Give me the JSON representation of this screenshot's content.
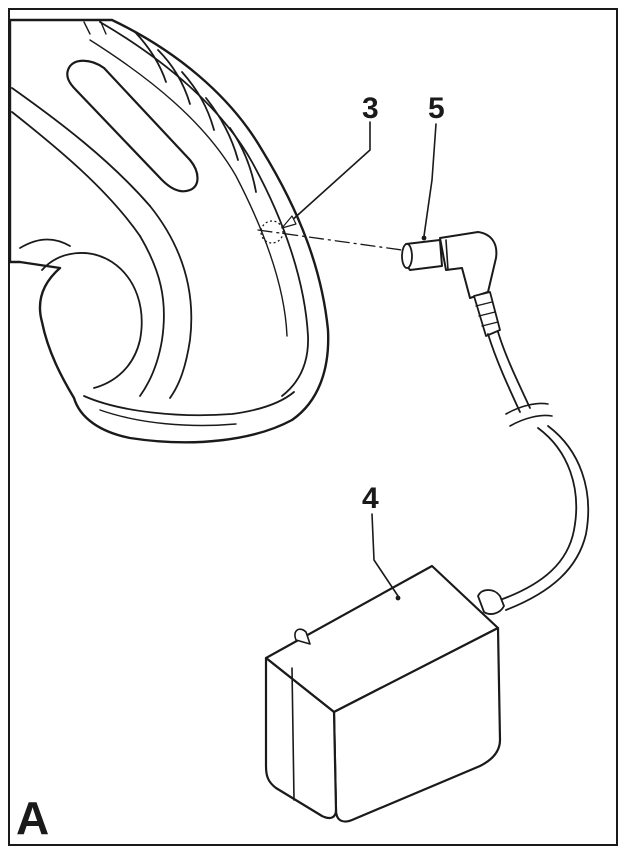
{
  "figure": {
    "panel_letter": "A",
    "callouts": {
      "port": "3",
      "adapter": "4",
      "plug": "5"
    },
    "colors": {
      "ink": "#1a1a1a",
      "paper": "#ffffff"
    }
  }
}
